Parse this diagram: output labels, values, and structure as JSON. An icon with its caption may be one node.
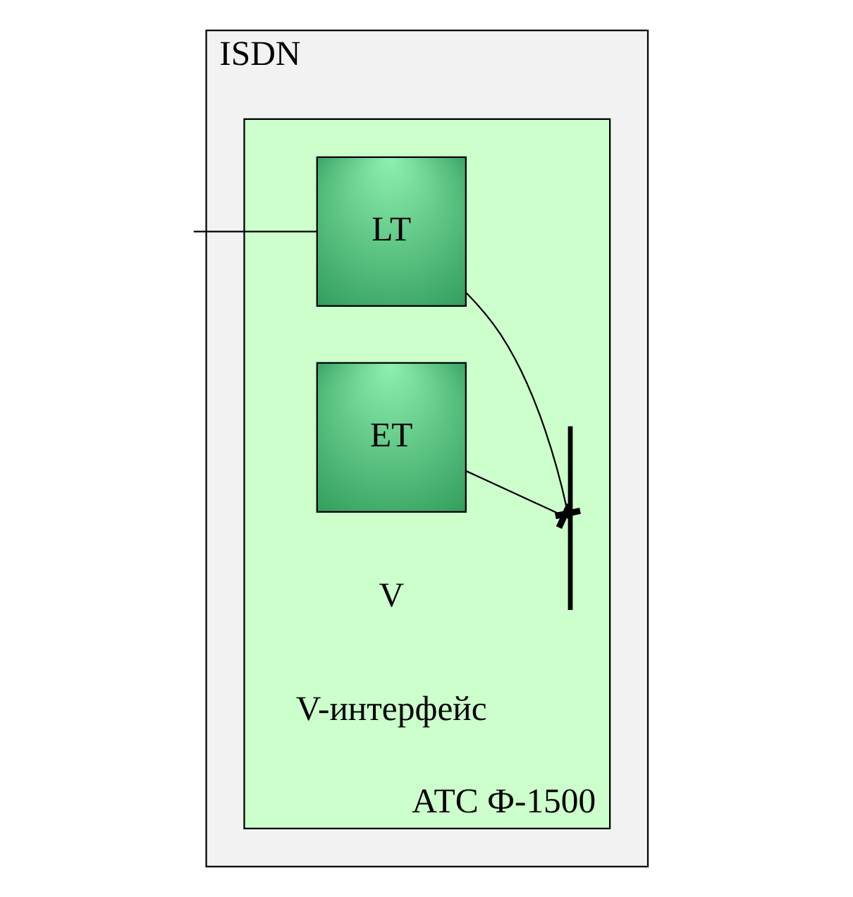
{
  "diagram": {
    "nodes": [
      {
        "text": [
          "ISDN"
        ]
      },
      {
        "text": [
          "АТС Ф-1500"
        ],
        "in": 0
      },
      {
        "text": [
          "LT"
        ],
        "in": 1
      },
      {
        "text": [
          "ET"
        ],
        "in": 1
      },
      {
        "text": [],
        "shape": "bar",
        "in": 1
      }
    ],
    "edges": [
      {
        "from": null,
        "to": 2,
        "arrow": "none"
      },
      {
        "from": 2,
        "to": 4,
        "arrow": "other"
      },
      {
        "from": 3,
        "to": 4,
        "arrow": "other"
      }
    ],
    "labels": [
      "V",
      "V-интерфейс"
    ]
  }
}
